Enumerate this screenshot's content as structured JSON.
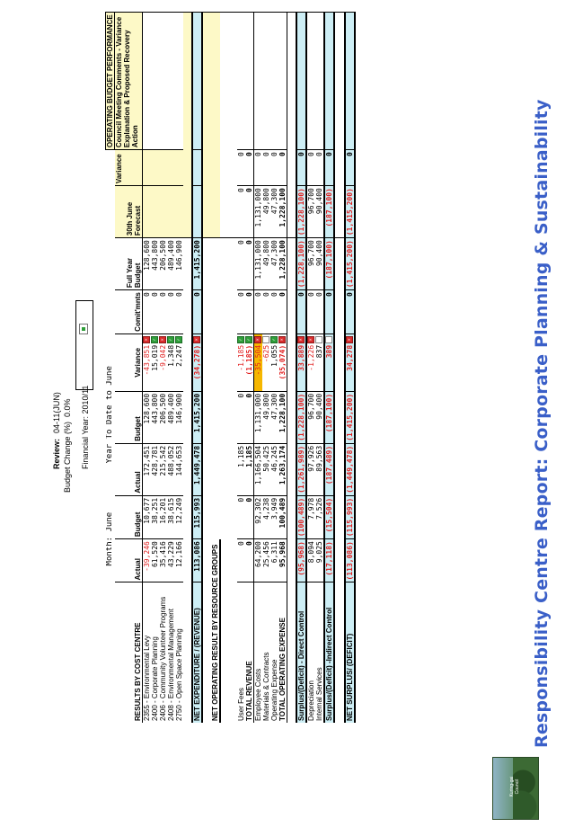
{
  "logo": {
    "text": "Kuring-gai Council"
  },
  "report_title": "Responsibility Centre Report: Corporate Planning & Sustainability",
  "financial_year_label": "Financial Year: 2010/11",
  "review_label": "Review:",
  "review_value": "04-11(JUN)",
  "budget_change_label": "Budget Change (%)",
  "budget_change_value": "0.0%",
  "month_label": "Month: June",
  "ytd_label": "Year To Date to June",
  "perf_label": "OPERATING BUDGET PERFORMANCE",
  "columns": {
    "cost_centre": "RESULTS BY COST CENTRE",
    "m_actual": "Actual",
    "m_budget": "Budget",
    "y_actual": "Actual",
    "y_budget": "Budget",
    "y_variance": "Variance",
    "commitments": "Comit'mnts",
    "fy_budget": "Full Year Budget",
    "forecast": "30th June Forecast",
    "variance": "Variance",
    "comments": "Council Meeting Comments - Variance Explanation & Proposed Recovery Action"
  },
  "cost_centres": [
    {
      "name": "2355 - Environmental Levy",
      "m_actual": "-39,246",
      "m_budget": "10,677",
      "y_actual": "172,451",
      "y_budget": "128,600",
      "y_variance": "-43,851",
      "status": "bad",
      "commit": "0",
      "fy_budget": "128,600"
    },
    {
      "name": "2400 - Corporate Planning",
      "m_actual": "61,520",
      "m_budget": "38,251",
      "y_actual": "428,781",
      "y_budget": "443,800",
      "y_variance": "15,019",
      "status": "ok",
      "commit": "0",
      "fy_budget": "443,800"
    },
    {
      "name": "2406 - Community Volunteer Programs",
      "m_actual": "35,416",
      "m_budget": "16,201",
      "y_actual": "215,542",
      "y_budget": "206,500",
      "y_variance": "-9,042",
      "status": "bad",
      "commit": "0",
      "fy_budget": "206,500"
    },
    {
      "name": "2408 - Environmental Management",
      "m_actual": "43,229",
      "m_budget": "38,615",
      "y_actual": "488,052",
      "y_budget": "489,400",
      "y_variance": "1,348",
      "status": "ok",
      "commit": "0",
      "fy_budget": "489,400"
    },
    {
      "name": "2750 - Open Space Planning",
      "m_actual": "12,166",
      "m_budget": "12,249",
      "y_actual": "144,653",
      "y_budget": "146,900",
      "y_variance": "2,247",
      "status": "ok",
      "commit": "0",
      "fy_budget": "146,900"
    }
  ],
  "net_expenditure": {
    "label": "NET EXPENDITURE / (REVENUE)",
    "m_actual": "113,086",
    "m_budget": "115,993",
    "y_actual": "1,449,478",
    "y_budget": "1,415,200",
    "y_variance": "(34,278)",
    "status": "bad",
    "commit": "0",
    "fy_budget": "1,415,200"
  },
  "resource_groups_label": "NET OPERATING RESULT BY RESOURCE GROUPS",
  "resource_rows": [
    {
      "name": "User Fees",
      "m_actual": "0",
      "m_budget": "0",
      "y_actual": "1,185",
      "y_budget": "0",
      "y_variance": "-1,185",
      "status": "ok",
      "commit": "0",
      "fy_budget": "0",
      "forecast": "0",
      "var": "0"
    },
    {
      "name": "TOTAL REVENUE",
      "m_actual": "0",
      "m_budget": "0",
      "y_actual": "1,185",
      "y_budget": "0",
      "y_variance": "(1,185)",
      "status": "ok",
      "commit": "0",
      "fy_budget": "0",
      "forecast": "0",
      "var": "0"
    },
    {
      "name": "Employee Costs",
      "m_actual": "64,200",
      "m_budget": "92,302",
      "y_actual": "1,166,504",
      "y_budget": "1,131,000",
      "y_variance": "-35,504",
      "status": "bad",
      "commit": "0",
      "fy_budget": "1,131,000",
      "forecast": "1,131,000",
      "var": "0"
    },
    {
      "name": "Materials & Contracts",
      "m_actual": "25,456",
      "m_budget": "4,238",
      "y_actual": "50,425",
      "y_budget": "49,800",
      "y_variance": "-625",
      "status": "none",
      "commit": "0",
      "fy_budget": "49,800",
      "forecast": "49,800",
      "var": "0"
    },
    {
      "name": "Operating Expense",
      "m_actual": "6,311",
      "m_budget": "3,949",
      "y_actual": "46,245",
      "y_budget": "47,300",
      "y_variance": "1,055",
      "status": "ok",
      "commit": "0",
      "fy_budget": "47,300",
      "forecast": "47,300",
      "var": "0"
    },
    {
      "name": "TOTAL OPERATING EXPENSE",
      "m_actual": "95,968",
      "m_budget": "100,489",
      "y_actual": "1,263,174",
      "y_budget": "1,228,100",
      "y_variance": "(35,074)",
      "status": "bad",
      "commit": "0",
      "fy_budget": "1,228,100",
      "forecast": "1,228,100",
      "var": "0"
    }
  ],
  "surplus_direct": {
    "name": "Surplus/(Deficit) - Direct Control",
    "m_actual": "(95,968)",
    "m_budget": "(100,489)",
    "y_actual": "(1,261,989)",
    "y_budget": "(1,228,100)",
    "y_variance": "33,889",
    "status": "bad",
    "commit": "0",
    "fy_budget": "(1,228,100)",
    "forecast": "(1,228,100)",
    "var": "0"
  },
  "indirect_rows": [
    {
      "name": "Depreciation",
      "m_actual": "8,094",
      "m_budget": "7,978",
      "y_actual": "97,926",
      "y_budget": "96,700",
      "y_variance": "-1,226",
      "status": "bad",
      "commit": "0",
      "fy_budget": "96,700",
      "forecast": "96,700",
      "var": "0"
    },
    {
      "name": "Internal Services",
      "m_actual": "9,025",
      "m_budget": "7,526",
      "y_actual": "89,563",
      "y_budget": "90,400",
      "y_variance": "837",
      "status": "none",
      "commit": "0",
      "fy_budget": "90,400",
      "forecast": "90,400",
      "var": "0"
    }
  ],
  "surplus_indirect": {
    "name": "Surplus/(Deficit) -Indirect Control",
    "m_actual": "(17,118)",
    "m_budget": "(15,504)",
    "y_actual": "(187,489)",
    "y_budget": "(187,100)",
    "y_variance": "389",
    "status": "none",
    "commit": "0",
    "fy_budget": "(187,100)",
    "forecast": "(187,100)",
    "var": "0"
  },
  "net_surplus": {
    "name": "NET SURPLUS/ (DEFICIT)",
    "m_actual": "(113,086)",
    "m_budget": "(115,993)",
    "y_actual": "(1,449,478)",
    "y_budget": "(1,415,200)",
    "y_variance": "34,278",
    "status": "bad",
    "commit": "0",
    "fy_budget": "(1,415,200)",
    "forecast": "(1,415,200)",
    "var": "0"
  },
  "colors": {
    "title": "#3a5fc8",
    "negative": "#e21f1f",
    "highlight": "#f6b700",
    "cyan": "#cdeef5",
    "yellow": "#fdf9c7"
  }
}
